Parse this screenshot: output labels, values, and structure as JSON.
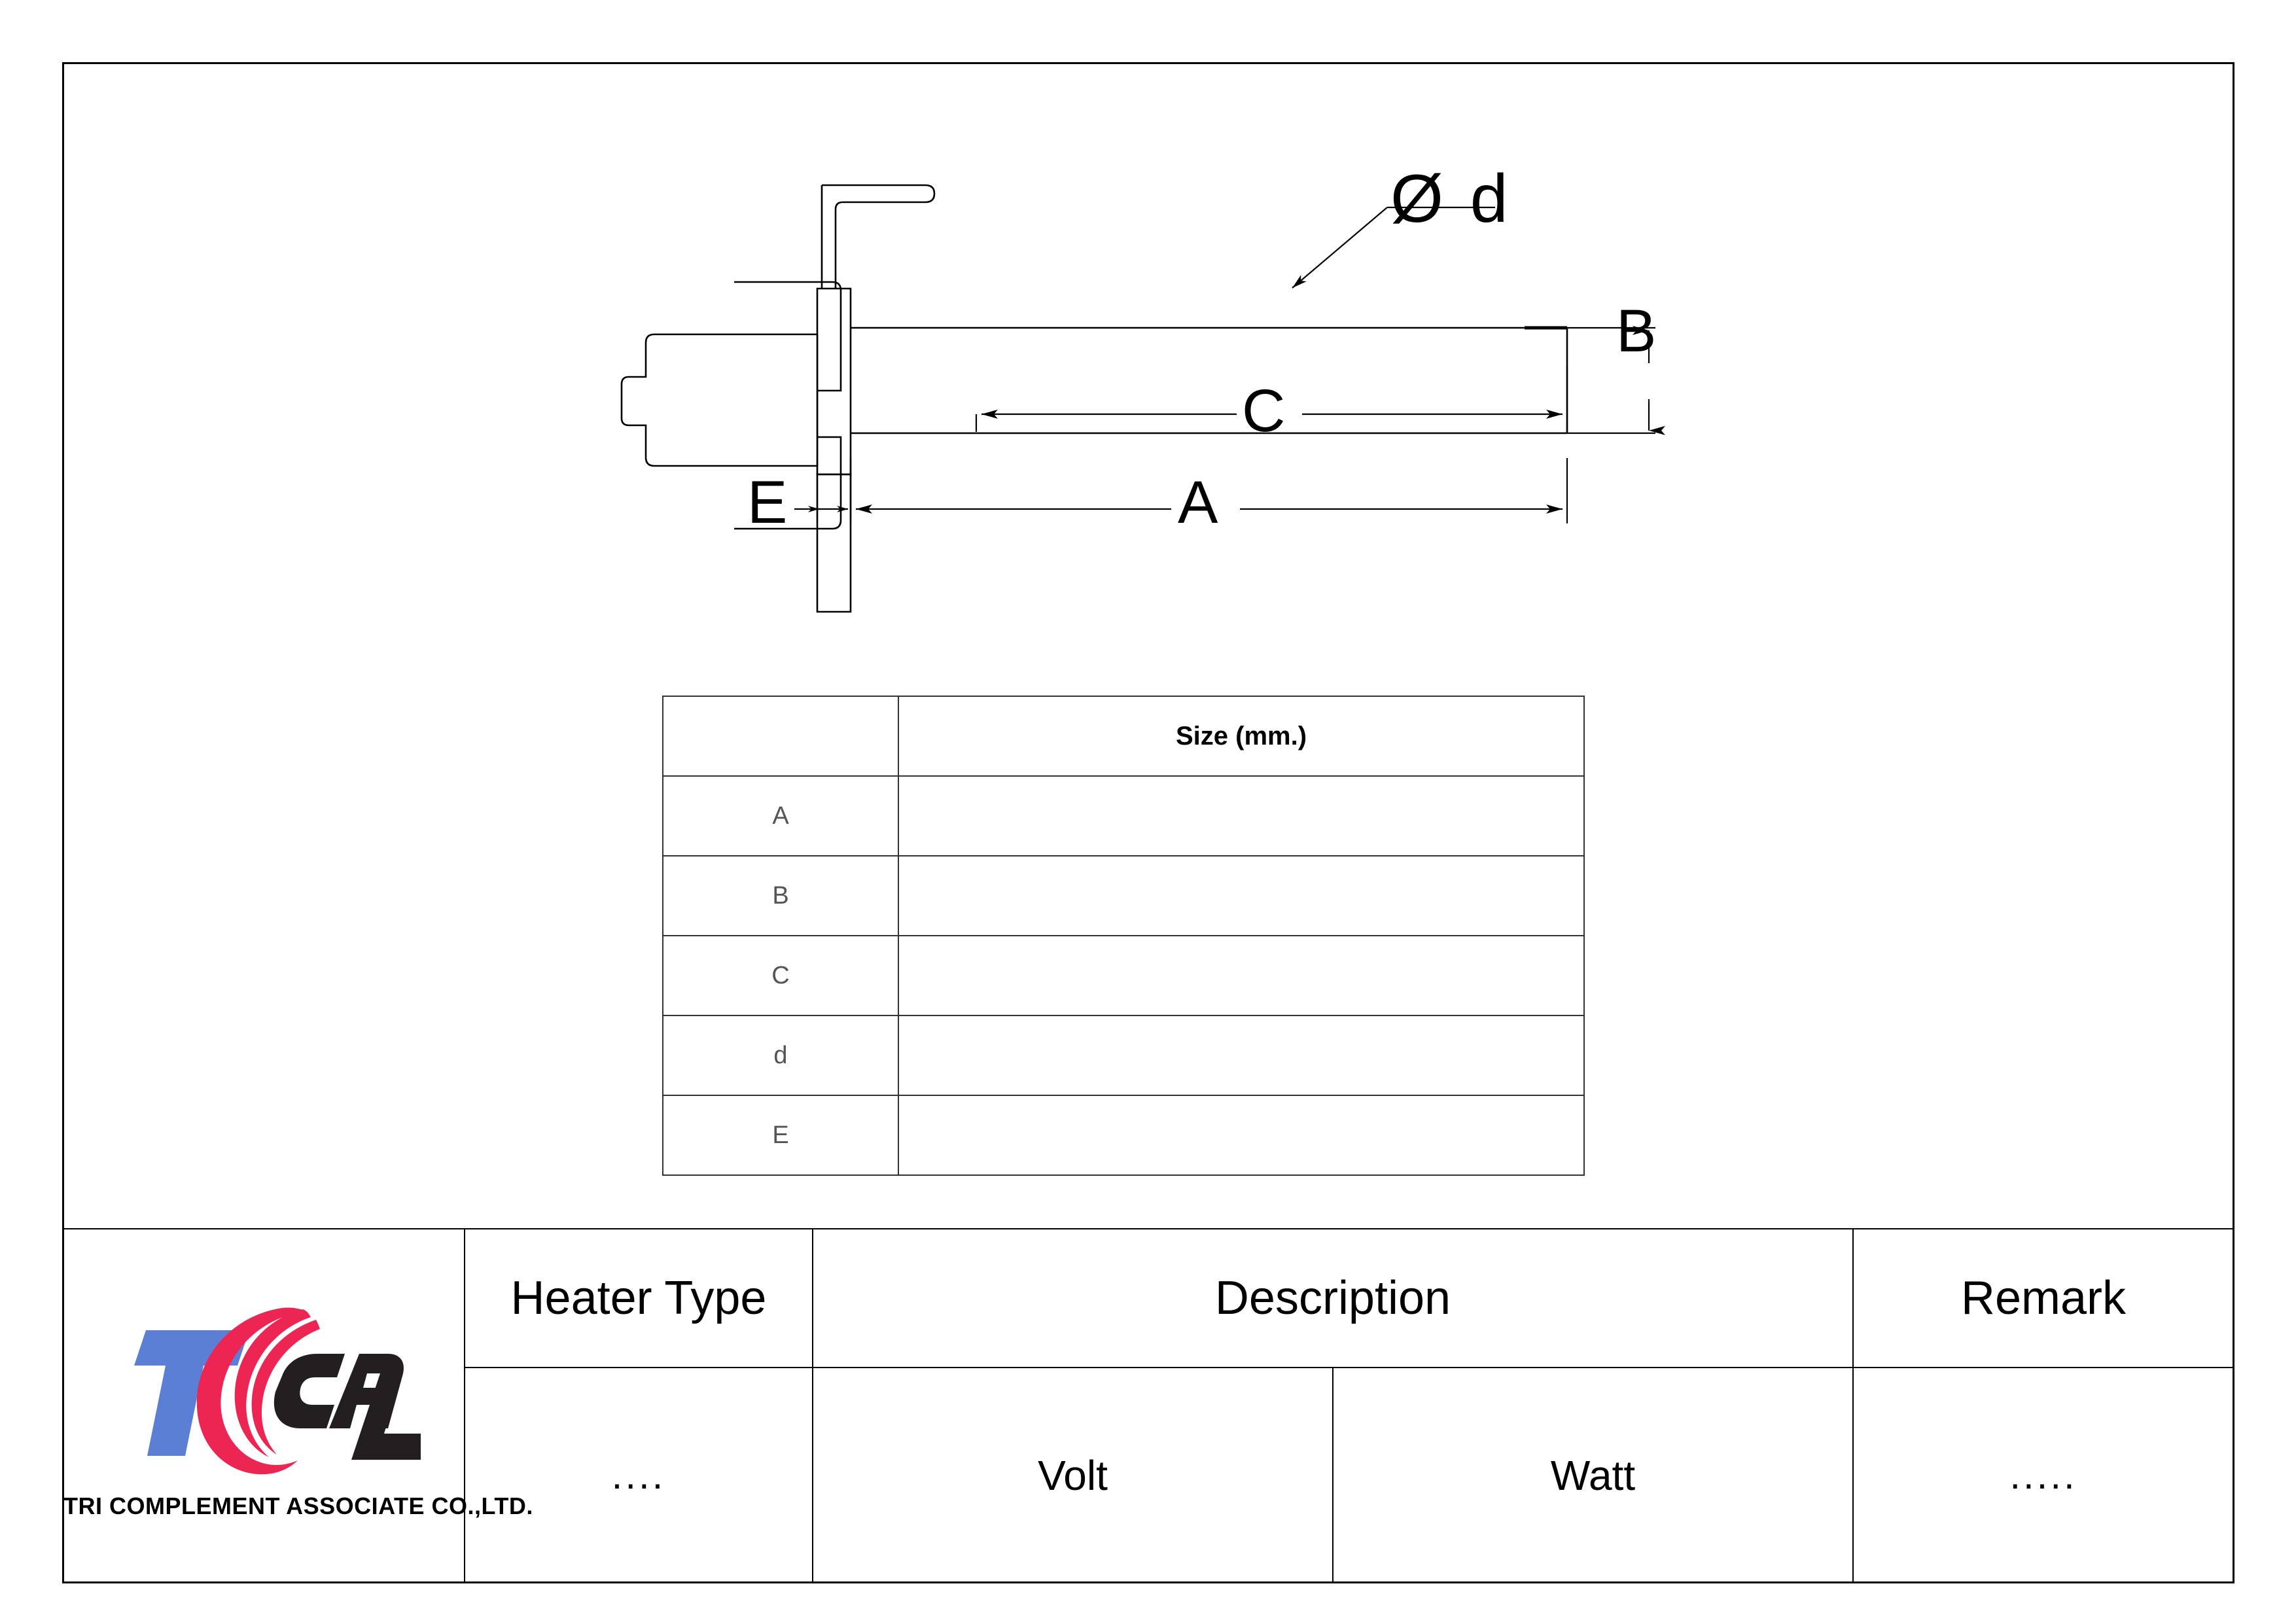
{
  "drawing": {
    "dimension_labels": {
      "diameter": "Ø d",
      "b": "B",
      "c": "C",
      "a": "A",
      "e": "E"
    }
  },
  "size_table": {
    "header_key": "",
    "header_value": "Size (mm.)",
    "rows": [
      {
        "key": "A",
        "value": ""
      },
      {
        "key": "B",
        "value": ""
      },
      {
        "key": "C",
        "value": ""
      },
      {
        "key": "d",
        "value": ""
      },
      {
        "key": "E",
        "value": ""
      }
    ]
  },
  "title_block": {
    "headers": {
      "heater_type": "Heater Type",
      "description": "Description",
      "remark": "Remark"
    },
    "values": {
      "heater_type": "....",
      "volt": "Volt",
      "watt": "Watt",
      "remark": "....."
    }
  },
  "logo": {
    "company_name": "TRI COMPLEMENT ASSOCIATE CO.,LTD.",
    "mark_letters": "TCA",
    "colors": {
      "blue": "#5B7FD4",
      "red": "#ED2552",
      "black": "#231F20"
    }
  }
}
